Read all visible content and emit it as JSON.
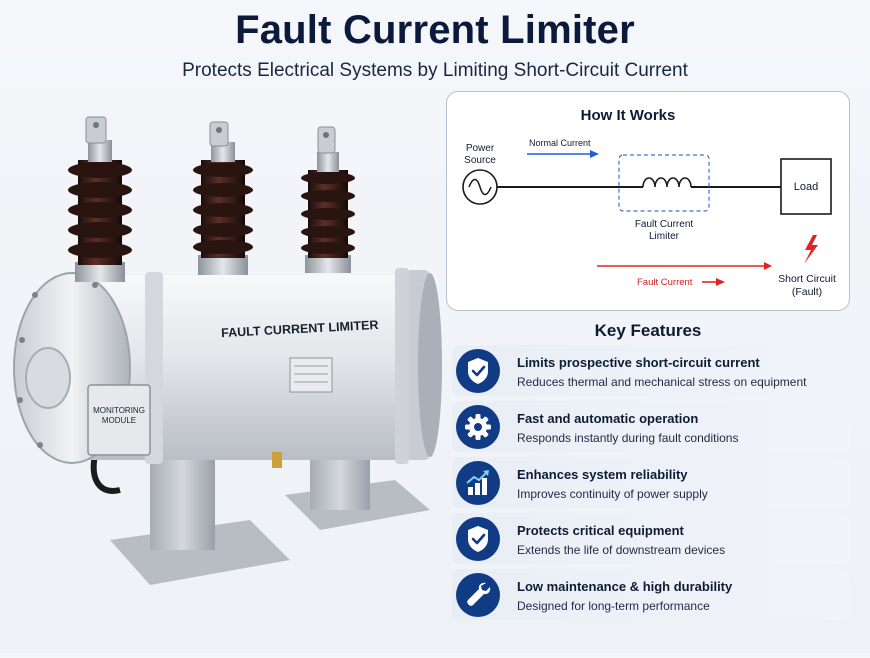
{
  "header": {
    "title": "Fault Current Limiter",
    "subtitle": "Protects Electrical Systems by Limiting Short-Circuit Current"
  },
  "device": {
    "body_label": "FAULT CURRENT LIMITER",
    "module_label_line1": "MONITORING",
    "module_label_line2": "MODULE"
  },
  "how_it_works": {
    "title": "How It Works",
    "power_source_line1": "Power",
    "power_source_line2": "Source",
    "normal_current": "Normal Current",
    "limiter_line1": "Fault Current",
    "limiter_line2": "Limiter",
    "load": "Load",
    "fault_current": "Fault Current",
    "short_circuit_line1": "Short Circuit",
    "short_circuit_line2": "(Fault)"
  },
  "key_features": {
    "title": "Key Features",
    "items": [
      {
        "icon": "shield-check-icon",
        "title": "Limits prospective short-circuit current",
        "desc": "Reduces thermal and mechanical stress on equipment"
      },
      {
        "icon": "gear-icon",
        "title": "Fast and automatic operation",
        "desc": "Responds instantly during fault conditions"
      },
      {
        "icon": "growth-chart-icon",
        "title": "Enhances system reliability",
        "desc": "Improves continuity of power supply"
      },
      {
        "icon": "shield-check-icon",
        "title": "Protects critical equipment",
        "desc": "Extends the life of downstream devices"
      },
      {
        "icon": "wrench-icon",
        "title": "Low maintenance & high durability",
        "desc": "Designed for long-term performance"
      }
    ]
  },
  "colors": {
    "navy": "#0b1a3a",
    "icon_blue": "#123b86",
    "normal_arrow": "#1f5fd6",
    "fault_arrow": "#e02424"
  }
}
